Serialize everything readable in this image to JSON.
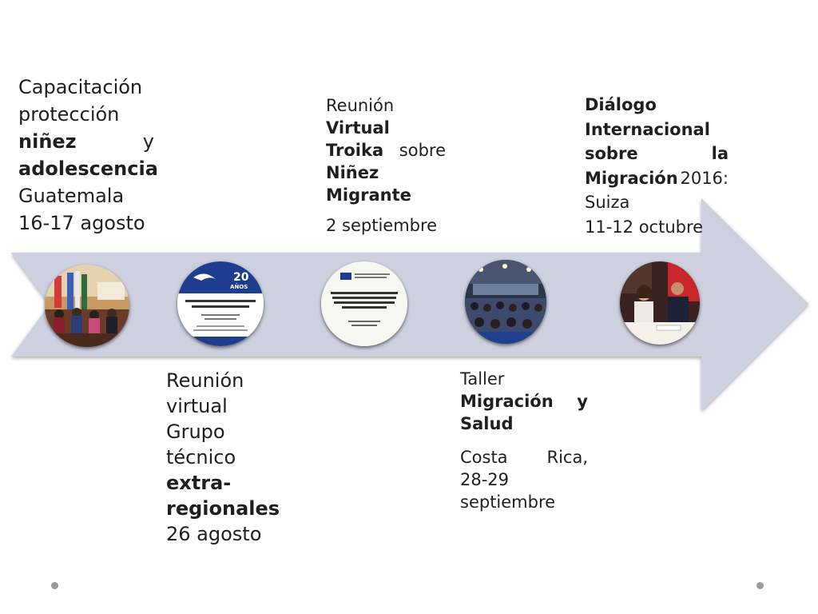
{
  "events": [
    {
      "line1": "Capacitación",
      "line2": "protección",
      "line3_bold": "niñez",
      "line3_conj": "y",
      "line4_bold": "adolescencia",
      "line5": "Guatemala",
      "date": "16-17 agosto",
      "image_icon": "meeting-room-photo"
    },
    {
      "line1": "Reunión",
      "line2": "virtual",
      "line3": "Grupo",
      "line4": "técnico",
      "line5_bold": "extra-",
      "line6_bold": "regionales",
      "date": "26 agosto",
      "image_icon": "document-cover-20-anos"
    },
    {
      "line1": "Reunión",
      "line2_bold": "Virtual",
      "line3_bold": "Troika",
      "line3_rest": "sobre",
      "line4_bold": "Niñez",
      "line5_bold": "Migrante",
      "date": "2 septiembre",
      "image_icon": "document-cover-mecanismo"
    },
    {
      "line1": "Taller",
      "line2_bold": "Migración",
      "line2_conj": "y",
      "line3_bold": "Salud",
      "place": "Costa",
      "place_rest": "Rica,",
      "date_line1": "28-29",
      "date_line2": "septiembre",
      "image_icon": "conference-hall-photo"
    },
    {
      "line1_bold": "Diálogo",
      "line2_bold": "Internacional",
      "line3_bold": "sobre",
      "line3_bold_rest": "la",
      "line4_bold": "Migración",
      "line4_rest": "2016:",
      "line5": "Suiza",
      "date": "11-12 octubre",
      "image_icon": "speakers-panel-photo"
    }
  ],
  "colors": {
    "arrow_fill": "#cdd0df",
    "text": "#1f1f1f",
    "dot": "#9a9a9a"
  }
}
